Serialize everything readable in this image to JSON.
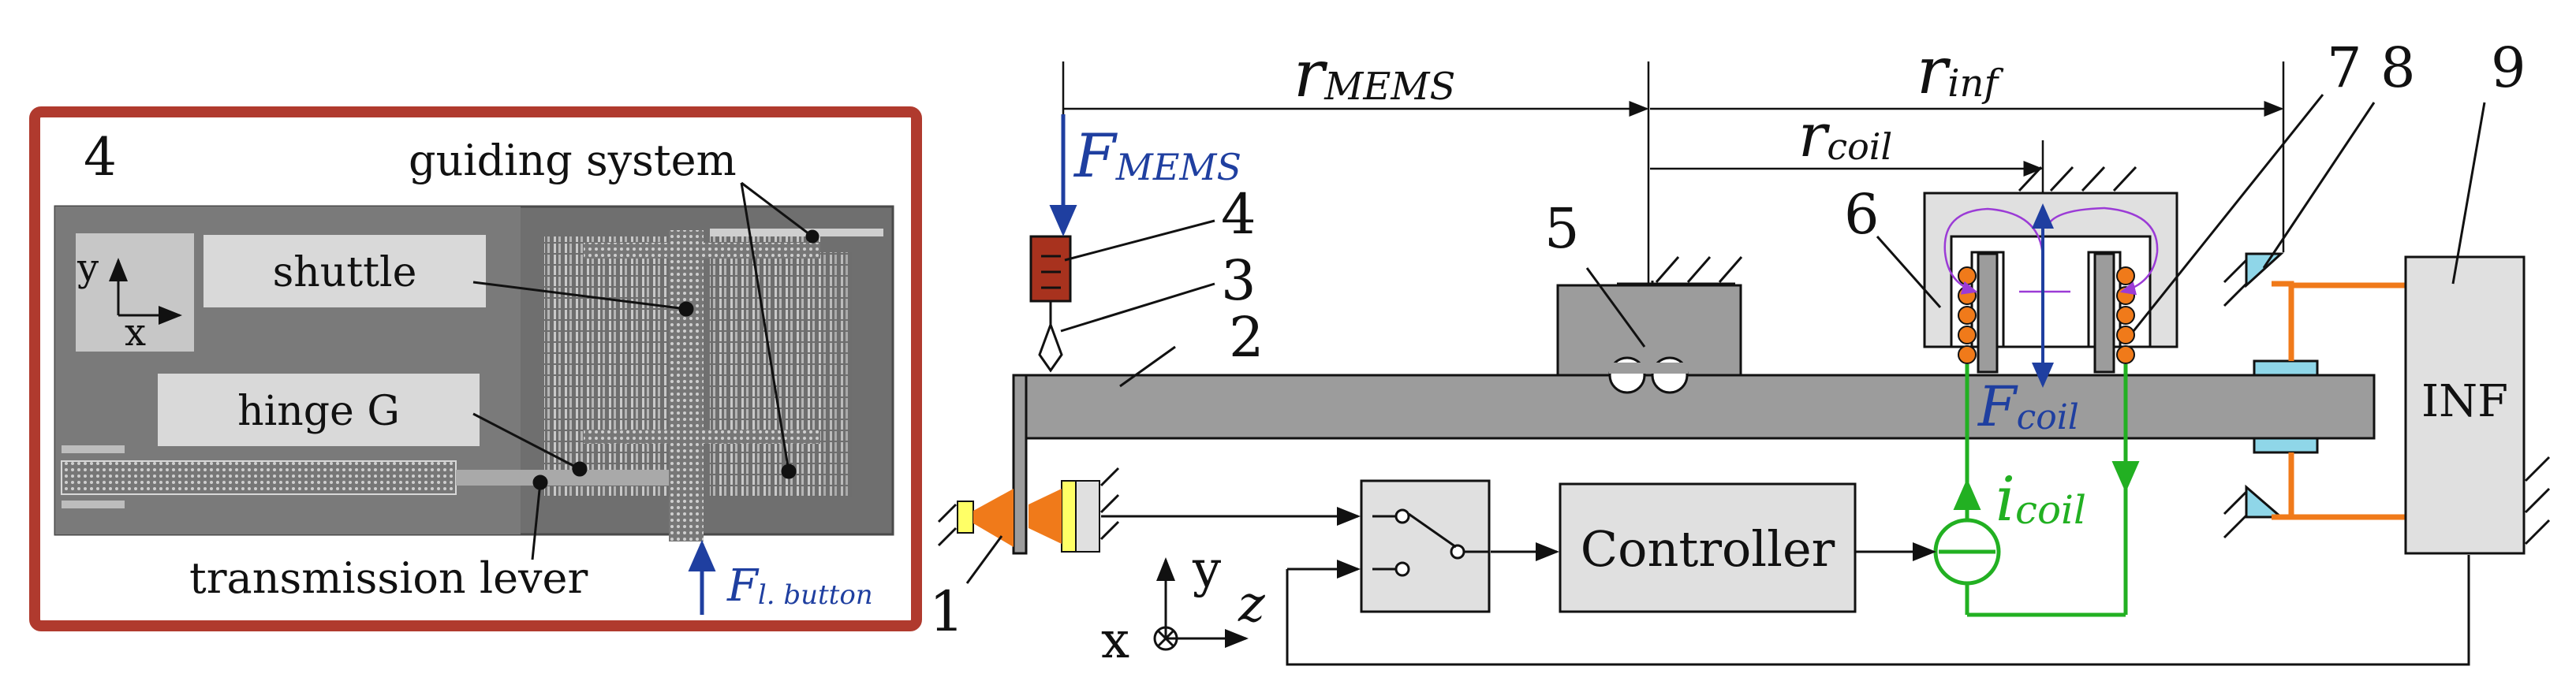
{
  "colors": {
    "frame_red": "#b03a2e",
    "force_blue": "#1f3fa0",
    "current_green": "#22b022",
    "field_purple": "#9b3bd6",
    "laser_orange": "#f07a1a",
    "beam_gray": "#9c9c9c",
    "mems_red": "#a8321e",
    "cyan_part": "#8fd6e8"
  },
  "inset": {
    "number": "4",
    "labels": {
      "guiding_system": "guiding system",
      "shuttle": "shuttle",
      "hinge": "hinge G",
      "transmission_lever": "transmission lever",
      "axis_y": "y",
      "axis_x": "x"
    },
    "force": {
      "symbol": "F",
      "subscript": "l. button"
    }
  },
  "main": {
    "dimensions": {
      "r_mems": {
        "symbol": "r",
        "subscript": "MEMS"
      },
      "r_inf": {
        "symbol": "r",
        "subscript": "inf"
      },
      "r_coil": {
        "symbol": "r",
        "subscript": "coil"
      }
    },
    "forces": {
      "f_mems": {
        "symbol": "F",
        "subscript": "MEMS"
      },
      "f_coil": {
        "symbol": "F",
        "subscript": "coil"
      }
    },
    "current": {
      "symbol": "i",
      "subscript": "coil"
    },
    "component_numbers": {
      "n1": "1",
      "n2": "2",
      "n3": "3",
      "n4": "4",
      "n5": "5",
      "n6": "6",
      "n7": "7",
      "n8": "8",
      "n9": "9"
    },
    "blocks": {
      "controller": "Controller",
      "inf": "INF"
    },
    "axes": {
      "x": "x",
      "y": "y",
      "z": "z"
    }
  }
}
